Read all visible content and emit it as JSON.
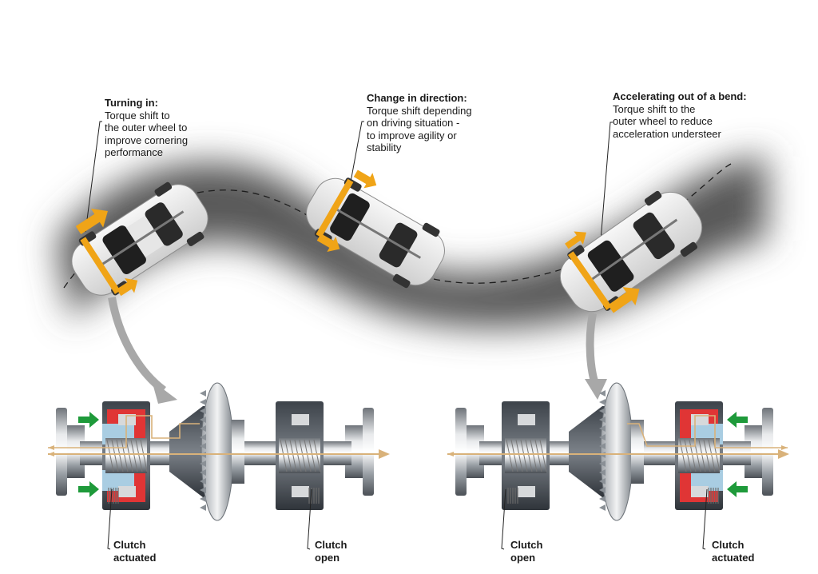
{
  "diagram": {
    "subject": "Sport differential torque vectoring through a S-bend",
    "colors": {
      "road": "#5a5a5a",
      "torque_arrow": "#f0a417",
      "hydraulic_arrow": "#1e9a3a",
      "clutch_pressure": "#e03535",
      "clutch_fluid": "#a9cde2",
      "flow_line": "#d9b27a",
      "pointer_arrow": "#a8a8a8"
    },
    "phases": [
      {
        "title": "Turning in:",
        "body": "Torque shift to\nthe outer wheel to\nimprove cornering\nperformance"
      },
      {
        "title": "Change in direction:",
        "body": "Torque shift depending\non driving situation -\nto improve agility or\nstability"
      },
      {
        "title": "Accelerating out of a bend:",
        "body": "Torque shift to the\nouter wheel to reduce\nacceleration understeer"
      }
    ],
    "differentials": [
      {
        "name": "left-differential",
        "left_clutch": "Clutch\nactuated",
        "right_clutch": "Clutch\nopen"
      },
      {
        "name": "right-differential",
        "left_clutch": "Clutch\nopen",
        "right_clutch": "Clutch\nactuated"
      }
    ]
  }
}
